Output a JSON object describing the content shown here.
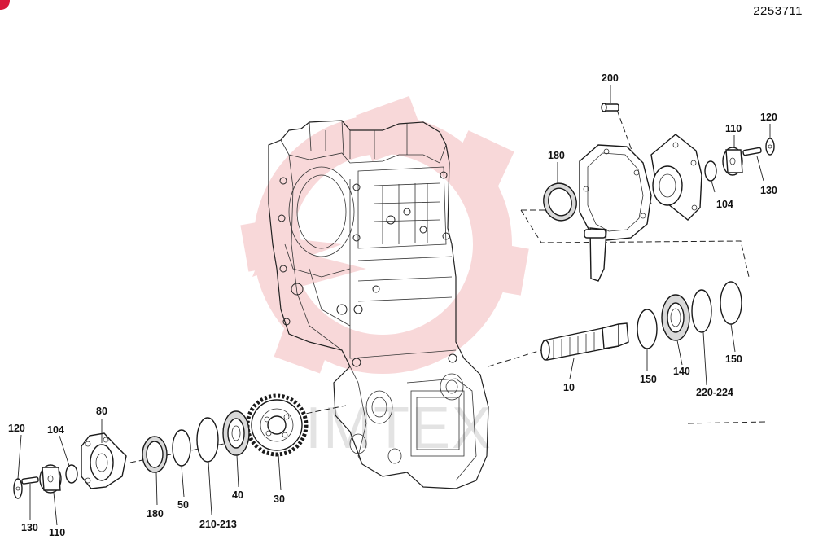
{
  "document": {
    "id": "2253711",
    "watermark_text": "IMTEX"
  },
  "colors": {
    "watermark_red": "#f2b8bb",
    "watermark_gray": "#e3e3e3",
    "ink": "#1a1a1a",
    "corner_badge": "#d8183a"
  },
  "labels": [
    {
      "key": "l200",
      "text": "200"
    },
    {
      "key": "l120r",
      "text": "120"
    },
    {
      "key": "l110r",
      "text": "110"
    },
    {
      "key": "l180r",
      "text": "180"
    },
    {
      "key": "l104r",
      "text": "104"
    },
    {
      "key": "l130r",
      "text": "130"
    },
    {
      "key": "l150a",
      "text": "150"
    },
    {
      "key": "l10",
      "text": "10"
    },
    {
      "key": "l150b",
      "text": "150"
    },
    {
      "key": "l140",
      "text": "140"
    },
    {
      "key": "l220",
      "text": "220-224"
    },
    {
      "key": "l80",
      "text": "80"
    },
    {
      "key": "l120l",
      "text": "120"
    },
    {
      "key": "l104l",
      "text": "104"
    },
    {
      "key": "l130l",
      "text": "130"
    },
    {
      "key": "l110l",
      "text": "110"
    },
    {
      "key": "l180l",
      "text": "180"
    },
    {
      "key": "l50",
      "text": "50"
    },
    {
      "key": "l210",
      "text": "210-213"
    },
    {
      "key": "l40",
      "text": "40"
    },
    {
      "key": "l30",
      "text": "30"
    }
  ]
}
